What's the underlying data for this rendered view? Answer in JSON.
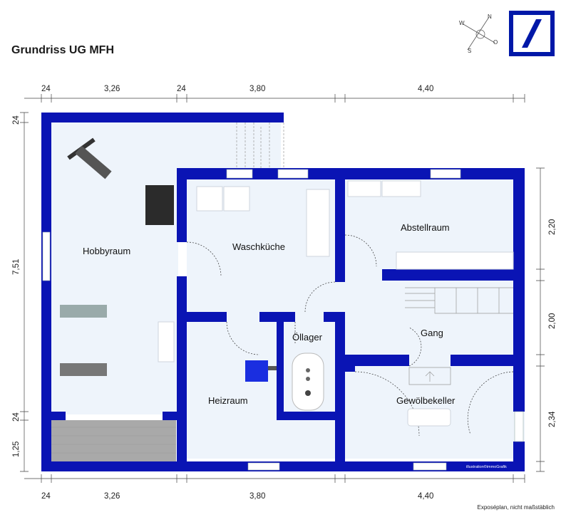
{
  "header": {
    "title": "Grundriss UG MFH",
    "note": "Exposéplan, nicht maßstäblich",
    "credit": "illustration©immoGrafik"
  },
  "compass": {
    "n": "N",
    "o": "O",
    "s": "S",
    "w": "W"
  },
  "rooms": {
    "hobbyraum": "Hobbyraum",
    "waschkueche": "Waschküche",
    "abstellraum": "Abstellraum",
    "gang": "Gang",
    "oellager": "Öllager",
    "heizraum": "Heizraum",
    "gewoelbekeller": "Gewölbekeller"
  },
  "dimensions": {
    "top": [
      "24",
      "3,26",
      "24",
      "3,80",
      "4,40"
    ],
    "bottom": [
      "24",
      "3,26",
      "3,80",
      "4,40"
    ],
    "left": [
      "24",
      "7,51",
      "24",
      "1,25"
    ],
    "right": [
      "2,20",
      "2,00",
      "2,34"
    ]
  },
  "colors": {
    "wall": "#0a14b4",
    "floor": "#eef4fb",
    "terrace": "#a9a9a9",
    "brand": "#0018a8"
  }
}
